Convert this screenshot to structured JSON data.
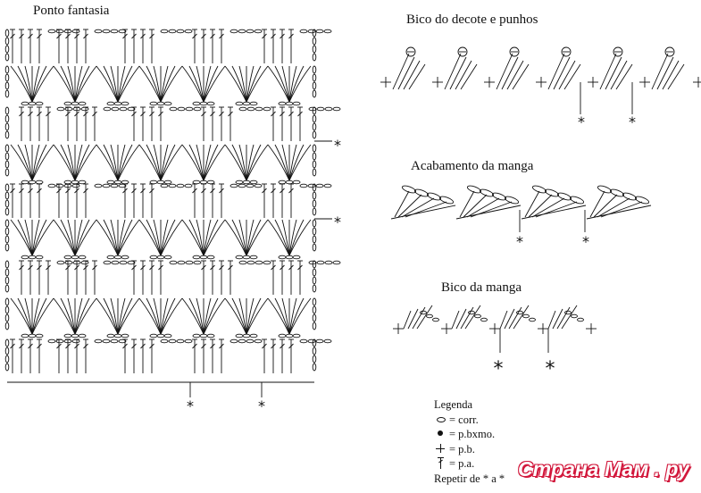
{
  "titles": {
    "main_chart": "Ponto fantasia",
    "neck_cuff": "Bico do  decote e punhos",
    "sleeve_finish": "Acabamento da manga",
    "sleeve_edge": "Bico da manga"
  },
  "markers": {
    "repeat_star": "*"
  },
  "legend": {
    "title": "Legenda",
    "items": [
      {
        "icon": "chain-oval-icon",
        "text": "= corr."
      },
      {
        "icon": "dot-icon",
        "text": "= p.bxmo."
      },
      {
        "icon": "plus-icon",
        "text": "= p.b."
      },
      {
        "icon": "double-crochet-icon",
        "text": "= p.a."
      }
    ],
    "note": "Repetir de * a *"
  },
  "watermark": "Страна Мам . ру",
  "colors": {
    "ink": "#111111",
    "watermark": "#d2183c"
  }
}
